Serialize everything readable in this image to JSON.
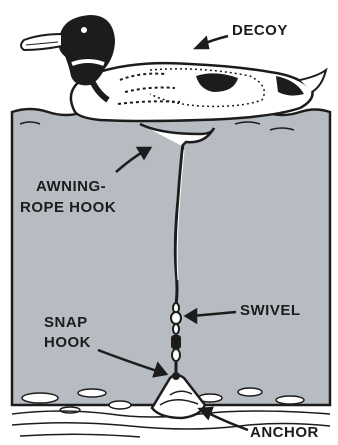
{
  "labels": {
    "decoy": "DECOY",
    "awning_rope_hook_line1": "AWNING-",
    "awning_rope_hook_line2": "ROPE HOOK",
    "swivel": "SWIVEL",
    "snap_hook_line1": "SNAP",
    "snap_hook_line2": "HOOK",
    "anchor": "ANCHOR"
  },
  "colors": {
    "ink": "#1c1c1c",
    "water": "#b7bcc3",
    "paper": "#ffffff"
  }
}
